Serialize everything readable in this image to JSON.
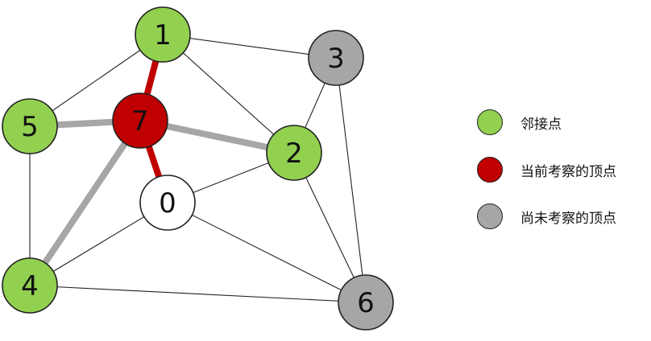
{
  "graph": {
    "nodes": [
      {
        "id": "1",
        "label": "1",
        "state": "neighbor"
      },
      {
        "id": "3",
        "label": "3",
        "state": "unvisited"
      },
      {
        "id": "5",
        "label": "5",
        "state": "neighbor"
      },
      {
        "id": "7",
        "label": "7",
        "state": "current"
      },
      {
        "id": "2",
        "label": "2",
        "state": "neighbor"
      },
      {
        "id": "0",
        "label": "0",
        "state": "plain"
      },
      {
        "id": "4",
        "label": "4",
        "state": "neighbor"
      },
      {
        "id": "6",
        "label": "6",
        "state": "unvisited"
      }
    ],
    "edges": [
      {
        "from": "1",
        "to": "3",
        "style": "normal"
      },
      {
        "from": "1",
        "to": "5",
        "style": "normal"
      },
      {
        "from": "1",
        "to": "2",
        "style": "normal"
      },
      {
        "from": "3",
        "to": "2",
        "style": "normal"
      },
      {
        "from": "3",
        "to": "6",
        "style": "normal"
      },
      {
        "from": "5",
        "to": "4",
        "style": "normal"
      },
      {
        "from": "2",
        "to": "0",
        "style": "normal"
      },
      {
        "from": "2",
        "to": "6",
        "style": "normal"
      },
      {
        "from": "0",
        "to": "4",
        "style": "normal"
      },
      {
        "from": "0",
        "to": "6",
        "style": "normal"
      },
      {
        "from": "4",
        "to": "6",
        "style": "normal"
      },
      {
        "from": "7",
        "to": "5",
        "style": "gray"
      },
      {
        "from": "7",
        "to": "2",
        "style": "gray"
      },
      {
        "from": "7",
        "to": "4",
        "style": "gray"
      },
      {
        "from": "7",
        "to": "1",
        "style": "red"
      },
      {
        "from": "7",
        "to": "0",
        "style": "red"
      }
    ]
  },
  "colors": {
    "neighbor": "#92d050",
    "current": "#c00000",
    "unvisited": "#a6a6a6",
    "plain": "#ffffff",
    "edge_normal": "#222222",
    "edge_gray": "#a6a6a6",
    "edge_red": "#c00000"
  },
  "legend": [
    {
      "state": "neighbor",
      "label": "邻接点"
    },
    {
      "state": "current",
      "label": "当前考察的顶点"
    },
    {
      "state": "unvisited",
      "label": "尚未考察的顶点"
    }
  ]
}
